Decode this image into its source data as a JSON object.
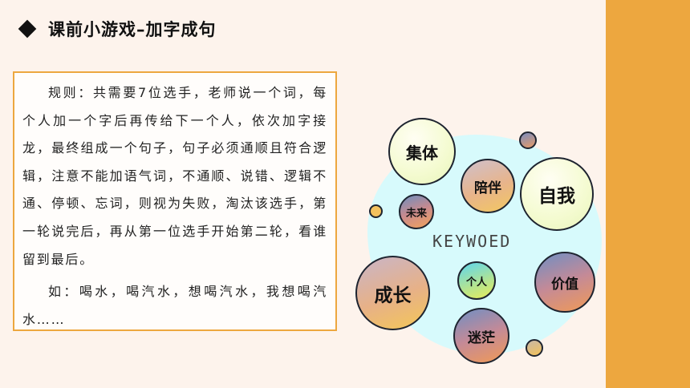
{
  "header": {
    "title": "课前小游戏–加字成句"
  },
  "rules": {
    "paragraph": "规则：共需要7位选手，老师说一个词，每个人加一个字后再传给下一个人，依次加字接龙，最终组成一个句子，句子必须通顺且符合逻辑，注意不能加语气词，不通顺、说错、逻辑不通、停顿、忘词，则视为失败，淘汰该选手，第一轮说完后，再从第一位选手开始第二轮，看谁留到最后。",
    "example": "如：喝水，喝汽水，想喝汽水，我想喝汽水……"
  },
  "diagram": {
    "center_label": "KEYWOED",
    "bubbles": {
      "jiti": "集体",
      "peiban": "陪伴",
      "ziwo": "自我",
      "weilai": "未来",
      "chengzhang": "成长",
      "geren": "个人",
      "jiazhi": "价值",
      "mimang": "迷茫"
    }
  },
  "colors": {
    "accent": "#eda73f",
    "background": "#fdf3ec",
    "blob": "#d7fafc"
  }
}
